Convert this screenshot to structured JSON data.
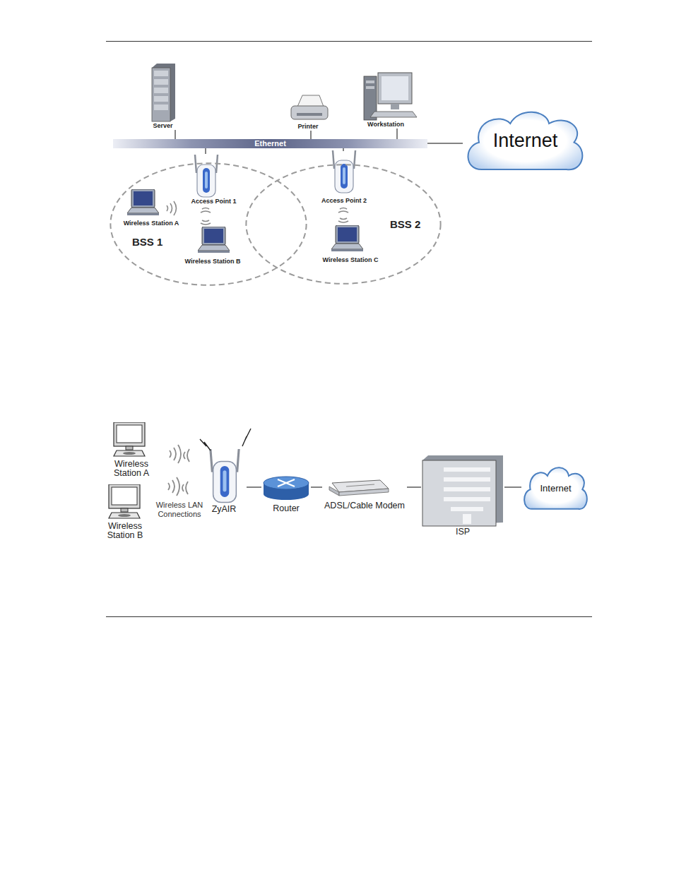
{
  "diagram": {
    "nodes": [
      {
        "text": [
          "Server"
        ]
      },
      {
        "text": [
          "Printer"
        ]
      },
      {
        "text": [
          "Workstation"
        ]
      },
      {
        "text": [
          "Ethernet"
        ]
      },
      {
        "text": [
          "Internet"
        ]
      },
      {
        "text": [
          "BSS 1"
        ]
      },
      {
        "text": [
          "Access Point 1"
        ],
        "in": 5
      },
      {
        "text": [
          "Wireless Station A"
        ],
        "in": 5
      },
      {
        "text": [
          "Wireless Station B"
        ],
        "in": 5
      },
      {
        "text": [
          "BSS 2"
        ]
      },
      {
        "text": [
          "Access Point 2"
        ],
        "in": 9
      },
      {
        "text": [
          "Wireless Station C"
        ],
        "in": 9
      },
      {
        "text": [
          "Wireless Station A"
        ]
      },
      {
        "text": [
          "Wireless Station B"
        ]
      },
      {
        "text": [
          "ZyAIR"
        ]
      },
      {
        "text": [
          "Router"
        ]
      },
      {
        "text": [
          "ADSL/Cable Modem"
        ]
      },
      {
        "text": [
          "ISP"
        ]
      },
      {
        "text": [
          "Internet"
        ]
      }
    ],
    "edges": [
      {
        "from": 0,
        "to": 3,
        "arrow": "none"
      },
      {
        "from": 1,
        "to": 3,
        "arrow": "none"
      },
      {
        "from": 2,
        "to": 3,
        "arrow": "none"
      },
      {
        "from": 3,
        "to": 4,
        "arrow": "none"
      },
      {
        "from": 6,
        "to": 3,
        "arrow": "none"
      },
      {
        "from": 10,
        "to": 3,
        "arrow": "none"
      },
      {
        "from": 14,
        "to": 15,
        "arrow": "none"
      },
      {
        "from": 15,
        "to": 16,
        "arrow": "none"
      },
      {
        "from": 16,
        "to": 17,
        "arrow": "none"
      },
      {
        "from": 17,
        "to": 18,
        "arrow": "none"
      }
    ],
    "labels": [
      "Wireless LAN Connections"
    ]
  }
}
